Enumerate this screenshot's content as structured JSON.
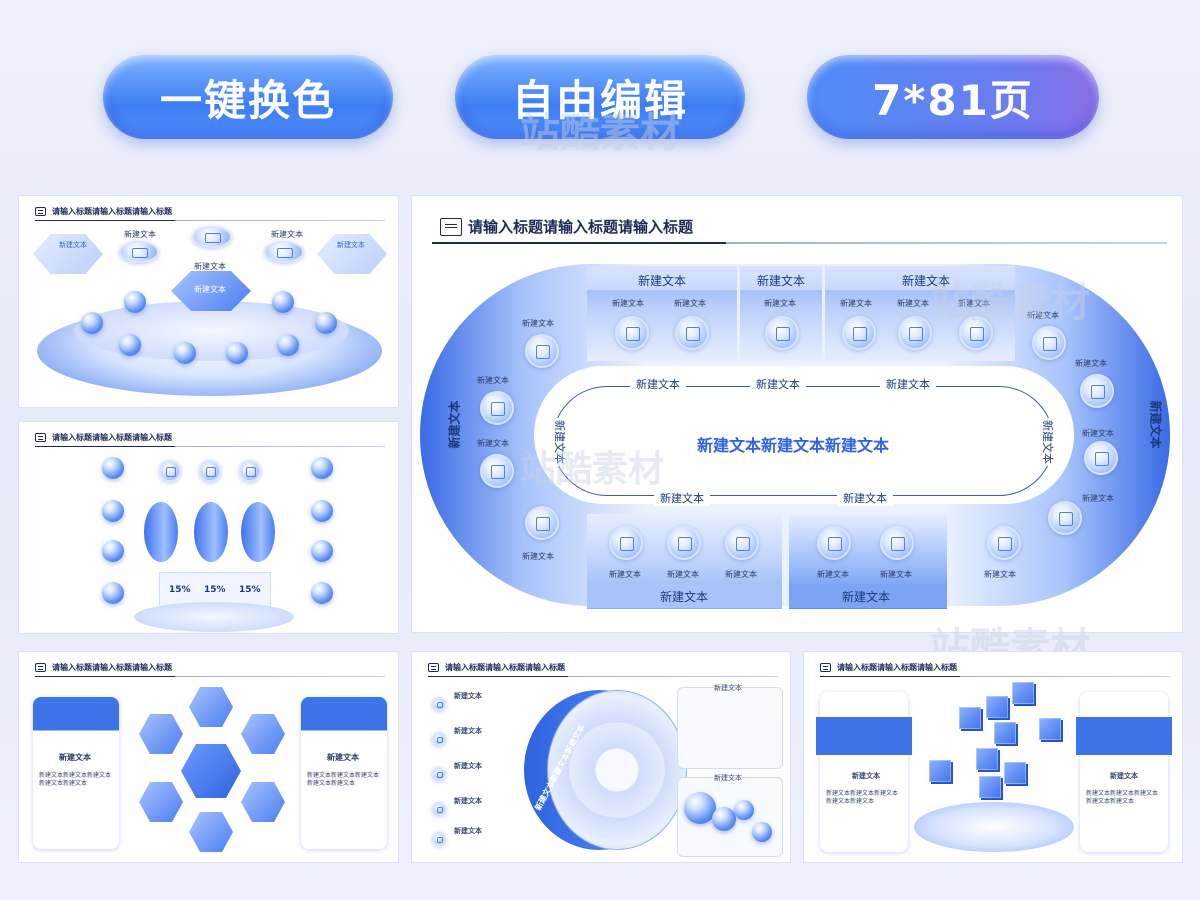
{
  "badges": [
    "一键换色",
    "自由编辑",
    "7*81页"
  ],
  "slide_title": "请输入标题请输入标题请输入标题",
  "thumb_title": "请输入标题请输入标题请输入标题",
  "node": "新建文本",
  "center_text": "新建文本新建文本新建文本",
  "side_left": "新建文本",
  "side_right": "新建文本",
  "para": "新建文本新建文本新建文本新建文本新建文本",
  "arc_text": "新建文本新建文本新建文本",
  "percent": [
    "15%",
    "15%",
    "15%"
  ],
  "watermark": "站酷素材",
  "colors": {
    "accent": "#2f63e0",
    "light": "#cfe0ff",
    "title": "#1d2c56"
  }
}
